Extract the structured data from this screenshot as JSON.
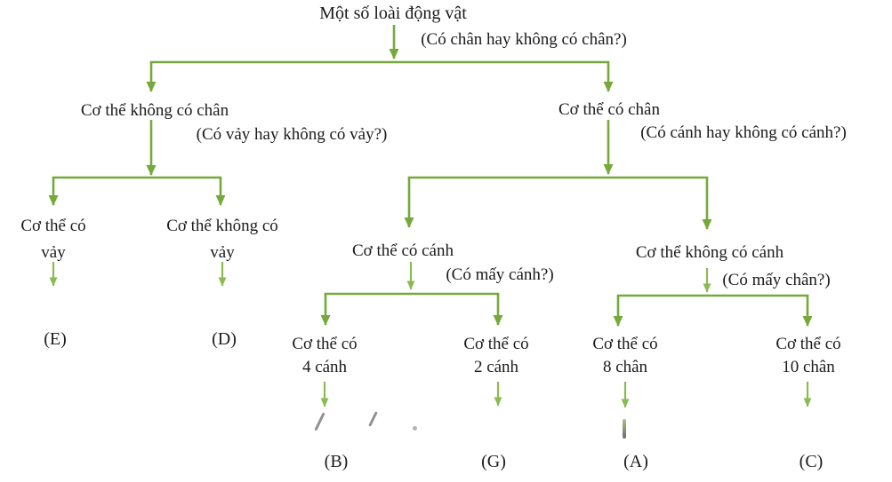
{
  "colors": {
    "accent": "#76a93b",
    "accent_light": "#8abb53",
    "text": "#1b1b1b"
  },
  "diagram": {
    "title": "Một số loài động vật",
    "q_root": "(Có chân hay không có chân?)",
    "no_legs": {
      "label": "Cơ thể không có chân",
      "question": "(Có vảy hay không có vảy?)"
    },
    "legs": {
      "label": "Cơ thể có chân",
      "question": "(Có cánh hay không có cánh?)"
    },
    "scales": {
      "line1": "Cơ thể có",
      "line2": "vảy",
      "result": "(E)"
    },
    "no_scales": {
      "line1": "Cơ thể không có",
      "line2": "vảy",
      "result": "(D)"
    },
    "wings": {
      "label": "Cơ thể có cánh",
      "question": "(Có mấy cánh?)"
    },
    "no_wings": {
      "label": "Cơ thể không có cánh",
      "question": "(Có mấy chân?)"
    },
    "four_wings": {
      "line1": "Cơ thể có",
      "line2": "4 cánh",
      "result": "(B)"
    },
    "two_wings": {
      "line1": "Cơ thể có",
      "line2": "2 cánh",
      "result": "(G)"
    },
    "eight_legs": {
      "line1": "Cơ thể có",
      "line2": "8 chân",
      "result": "(A)"
    },
    "ten_legs": {
      "line1": "Cơ thể có",
      "line2": "10 chân",
      "result": "(C)"
    }
  }
}
